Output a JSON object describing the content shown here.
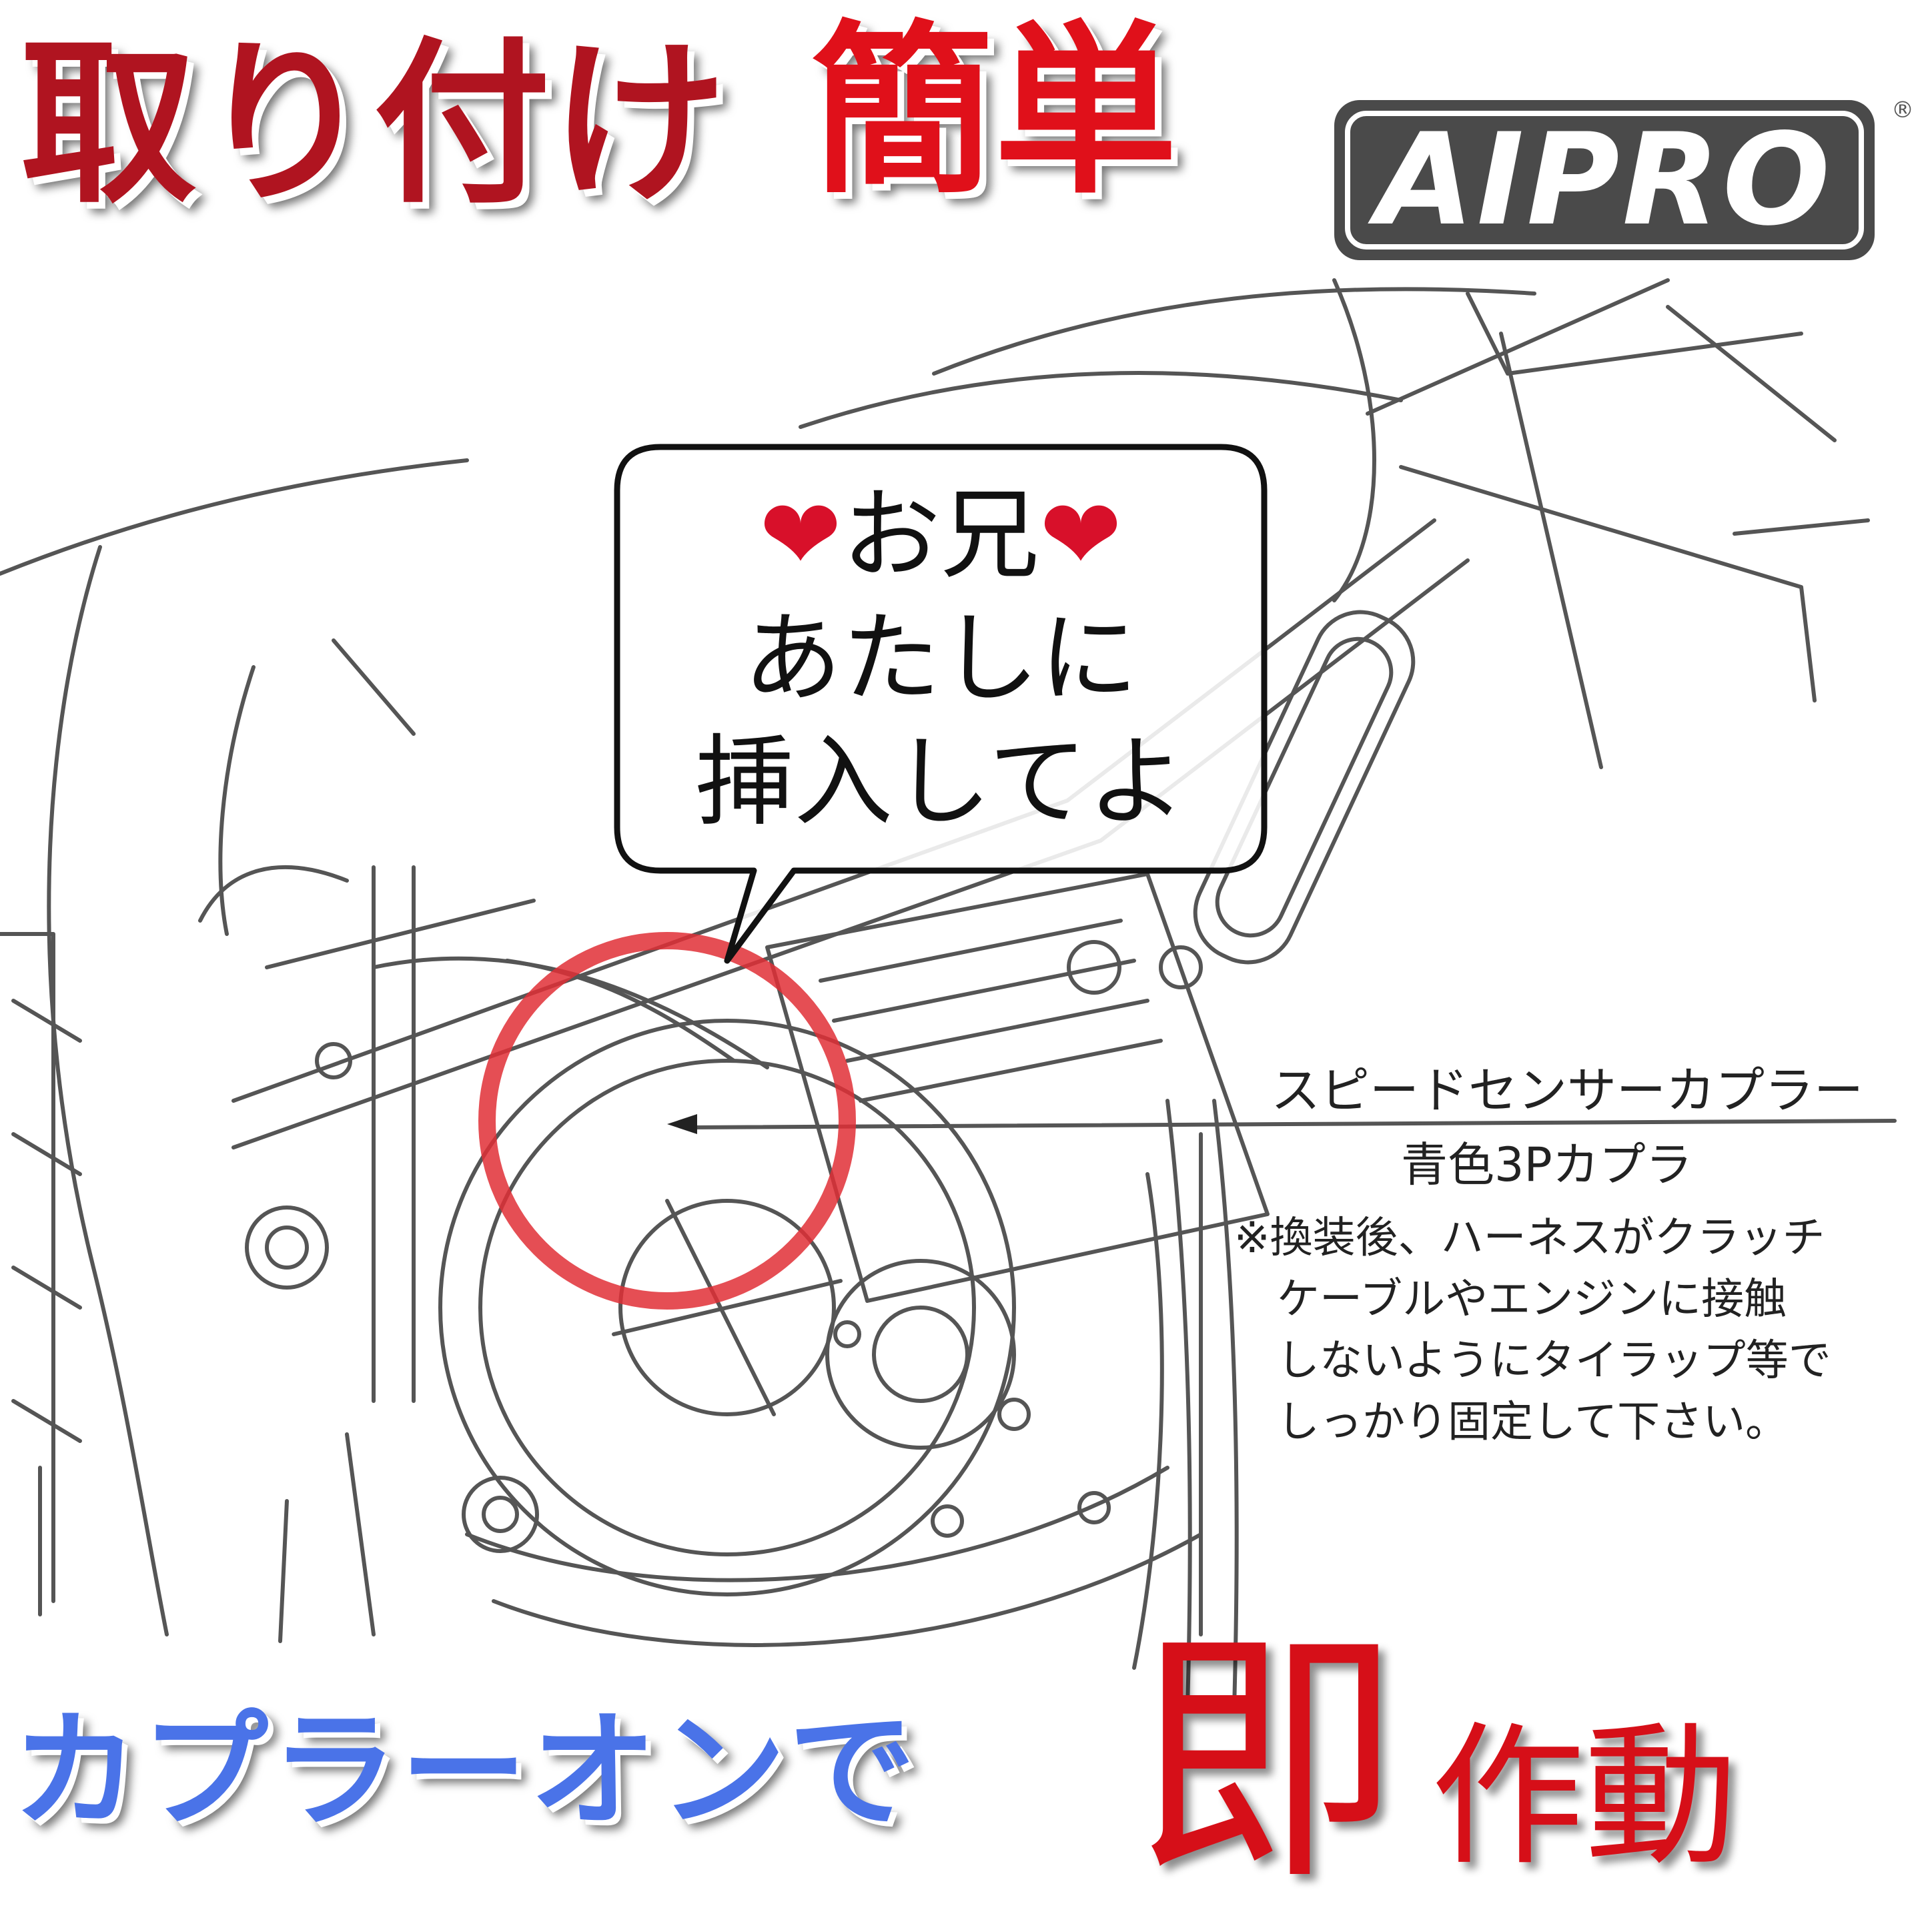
{
  "headline": {
    "part1": "取り付け",
    "part2": "簡単"
  },
  "logo": {
    "text": "AIPRO",
    "registered_mark": "®"
  },
  "speech_bubble": {
    "heart_icon": "heart-icon",
    "line1": "お兄",
    "line2": "あたしに",
    "line3": "挿入してよ"
  },
  "callout": {
    "label": "スピードセンサーカプラー",
    "sublabel": "青色3Pカプラ",
    "note_lines": [
      "※換装後、ハーネスがクラッチ",
      "ケーブルやエンジンに接触",
      "しないようにタイラップ等で",
      "しっかり固定して下さい。"
    ]
  },
  "bottom": {
    "part1": "カプラーオンで",
    "part2": "即",
    "part3": "作動"
  },
  "colors": {
    "headline_dark_red": "#b01420",
    "headline_red": "#e0101a",
    "bottom_blue": "#4a73e8",
    "bottom_red": "#d60f18",
    "highlight_circle": "#e02f36",
    "logo_bg": "#4a4a4a",
    "heart": "#d8102a"
  }
}
